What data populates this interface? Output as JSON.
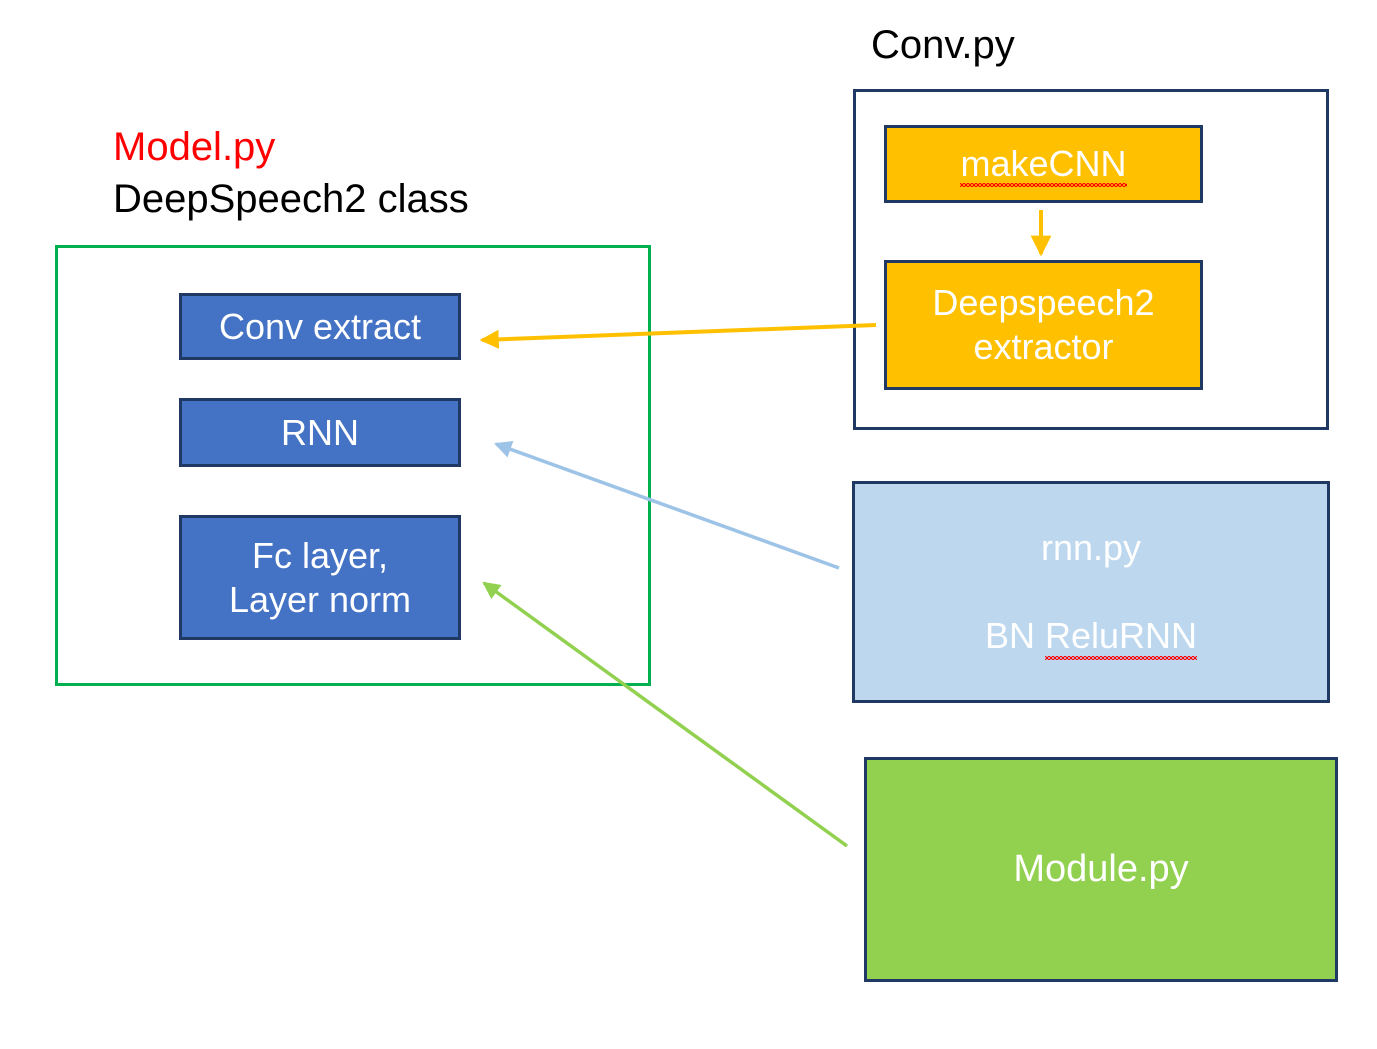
{
  "diagram": {
    "title_left_red": "Model.py",
    "title_left_black": "DeepSpeech2 class",
    "title_conv": "Conv.py"
  },
  "model_group": {
    "label": "DeepSpeech2 class group",
    "outline_color": "#00B050",
    "nodes": [
      {
        "id": "conv-extract",
        "label": "Conv extract",
        "fill": "#4472C4",
        "text_color": "#FFFFFF"
      },
      {
        "id": "rnn",
        "label": "RNN",
        "fill": "#4472C4",
        "text_color": "#FFFFFF"
      },
      {
        "id": "fc-layer",
        "label": "Fc layer,\nLayer norm",
        "fill": "#4472C4",
        "text_color": "#FFFFFF"
      }
    ]
  },
  "conv_group": {
    "label": "Conv.py",
    "outline_color": "#1F3864",
    "nodes": [
      {
        "id": "make-cnn",
        "label": "makeCNN",
        "fill": "#FFC000",
        "text_color": "#FFFFFF",
        "spellcheck_underline": true
      },
      {
        "id": "ds2-extractor",
        "label": "Deepspeech2\nextractor",
        "fill": "#FFC000",
        "text_color": "#FFFFFF",
        "spellcheck_underline": false
      }
    ]
  },
  "rnn_module": {
    "id": "rnn-py",
    "line1": "rnn.py",
    "line2_plain": "BN ",
    "line2_squiggle": "ReluRNN",
    "fill": "#BDD7EE",
    "text_color": "#FFFFFF"
  },
  "module_py": {
    "id": "module-py",
    "label": "Module.py",
    "fill": "#92D050",
    "text_color": "#FFFFFF"
  },
  "arrows": [
    {
      "id": "arrow-makecnn-to-ds2",
      "color": "#FFC000",
      "from": "makeCNN",
      "to": "Deepspeech2 extractor"
    },
    {
      "id": "arrow-ds2-to-conv",
      "color": "#FFC000",
      "from": "Deepspeech2 extractor",
      "to": "Conv extract"
    },
    {
      "id": "arrow-rnnpy-to-rnn",
      "color": "#9DC3E6",
      "from": "rnn.py BN ReluRNN",
      "to": "RNN"
    },
    {
      "id": "arrow-modulepy-to-fc",
      "color": "#92D050",
      "from": "Module.py",
      "to": "Fc layer, Layer norm"
    }
  ],
  "colors": {
    "blue": "#4472C4",
    "orange": "#FFC000",
    "light_blue": "#BDD7EE",
    "green": "#92D050",
    "navy_border": "#1F3864",
    "green_border": "#00B050",
    "red_text": "#FF0000",
    "arrow_light_blue": "#9DC3E6",
    "background": "#FFFFFF"
  }
}
